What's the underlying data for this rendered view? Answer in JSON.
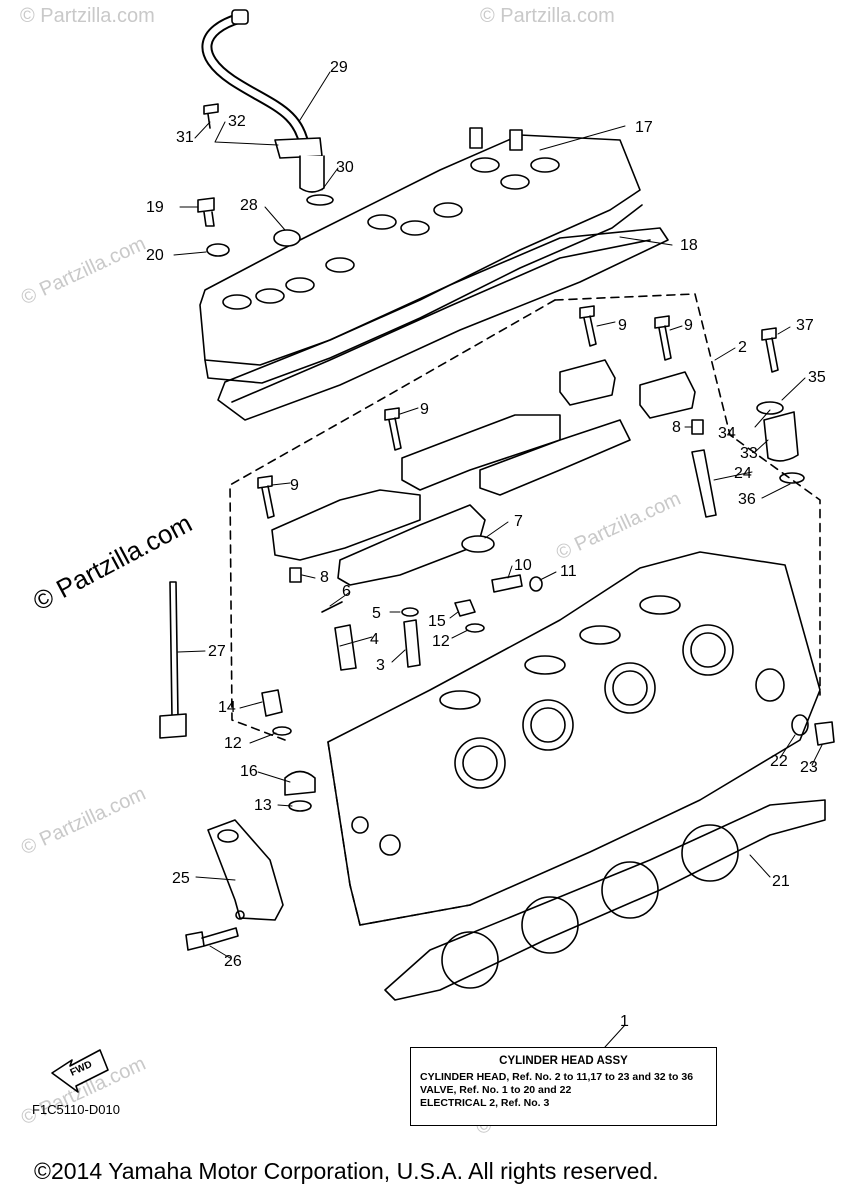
{
  "diagram": {
    "callouts": [
      "29",
      "32",
      "31",
      "30",
      "17",
      "19",
      "28",
      "20",
      "18",
      "9",
      "9",
      "37",
      "2",
      "35",
      "9",
      "8",
      "34",
      "33",
      "24",
      "9",
      "36",
      "7",
      "8",
      "10",
      "11",
      "6",
      "5",
      "15",
      "4",
      "12",
      "3",
      "27",
      "14",
      "12",
      "16",
      "13",
      "22",
      "23",
      "25",
      "21",
      "26",
      "1"
    ],
    "fwd_label": "FWD",
    "diagram_code": "F1C5110-D010",
    "brand_watermark": "© Partzilla.com",
    "faint_watermark": "© Partzilla.com",
    "copyright": "©2014 Yamaha Motor Corporation, U.S.A. All rights reserved."
  },
  "legend": {
    "title": "CYLINDER HEAD ASSY",
    "lines": [
      "CYLINDER HEAD, Ref. No. 2 to 11,17 to 23 and 32 to 36",
      "VALVE, Ref. No. 1 to 20 and 22",
      "ELECTRICAL 2, Ref. No. 3"
    ]
  }
}
